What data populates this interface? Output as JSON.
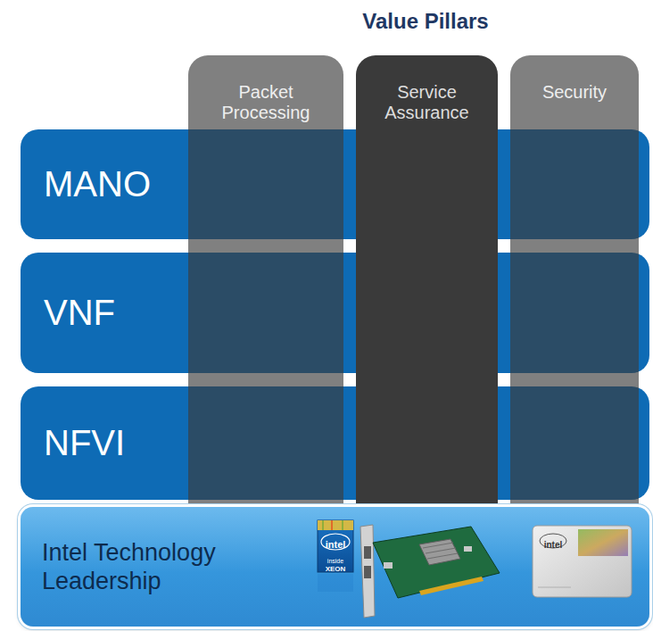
{
  "diagram": {
    "title": "Value Pillars",
    "nodes": [
      {
        "text": [
          "Packet Processing"
        ]
      },
      {
        "text": [
          "Service Assurance"
        ]
      },
      {
        "text": [
          "Security"
        ]
      },
      {
        "text": [
          "MANO"
        ]
      },
      {
        "text": [
          "VNF"
        ]
      },
      {
        "text": [
          "NFVI"
        ]
      },
      {
        "text": [
          "Intel Technology Leadership"
        ]
      }
    ],
    "labels": [
      "intel",
      "inside",
      "XEON",
      "intel"
    ]
  }
}
